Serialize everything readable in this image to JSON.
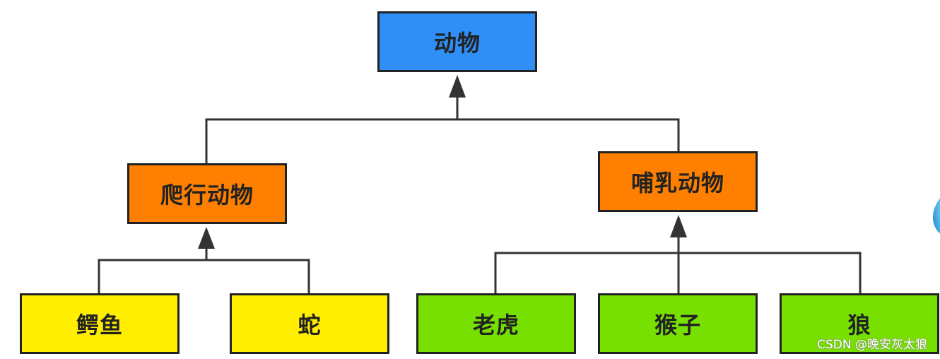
{
  "nodes": {
    "root": {
      "label": "动物",
      "color": "#2f8ff7"
    },
    "reptile": {
      "label": "爬行动物",
      "color": "#ff8000"
    },
    "mammal": {
      "label": "哺乳动物",
      "color": "#ff8000"
    },
    "croc": {
      "label": "鳄鱼",
      "color": "#ffee00"
    },
    "snake": {
      "label": "蛇",
      "color": "#ffee00"
    },
    "tiger": {
      "label": "老虎",
      "color": "#77e000"
    },
    "monkey": {
      "label": "猴子",
      "color": "#77e000"
    },
    "wolf": {
      "label": "狼",
      "color": "#77e000"
    }
  },
  "watermark": "CSDN @晚安灰太狼",
  "line_color": "#333333"
}
